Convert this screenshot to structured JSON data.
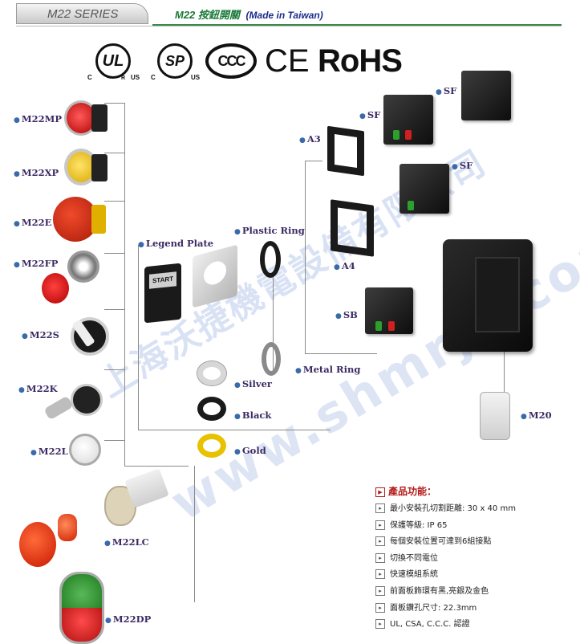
{
  "header": {
    "series": "M22 SERIES",
    "title": "M22 按鈕開關",
    "made_in": "(Made in Taiwan)"
  },
  "certifications": {
    "ul_main": "UL",
    "ul_c": "C",
    "ul_r": "R",
    "ul_us": "US",
    "csa_main": "SP",
    "csa_c": "C",
    "csa_us": "US",
    "ccc": "CCC",
    "ce": "CE",
    "rohs": "RoHS"
  },
  "labels": {
    "m22mp": "M22MP",
    "m22xp": "M22XP",
    "m22e": "M22E",
    "m22fp": "M22FP",
    "m22s": "M22S",
    "m22k": "M22K",
    "m22l": "M22L",
    "m22lc": "M22LC",
    "m22dp": "M22DP",
    "legend_plate": "Legend Plate",
    "plastic_ring": "Plastic Ring",
    "metal_ring": "Metal Ring",
    "silver": "Silver",
    "black": "Black",
    "gold": "Gold",
    "a3": "A3",
    "a4": "A4",
    "sf1": "SF",
    "sf2": "SF",
    "sf3": "SF",
    "sb": "SB",
    "m20": "M20",
    "start": "START"
  },
  "watermark": {
    "company": "上海沃捷機電設備有限公司",
    "site": "www.shmrjd.com"
  },
  "features": {
    "title": "產品功能：",
    "items": [
      "最小安裝孔切割距離: 30 x 40 mm",
      "保護等級: IP 65",
      "每個安裝位置可達到6組接點",
      "切換不同電位",
      "快速模組系統",
      "前面板飾環有黑,亮銀及金色",
      "面板鑽孔尺寸: 22.3mm",
      "UL, CSA, C.C.C. 認證"
    ]
  },
  "colors": {
    "label_text": "#3b2a63",
    "feature_title": "#b41a1a",
    "header_green": "#1a7a3a"
  }
}
